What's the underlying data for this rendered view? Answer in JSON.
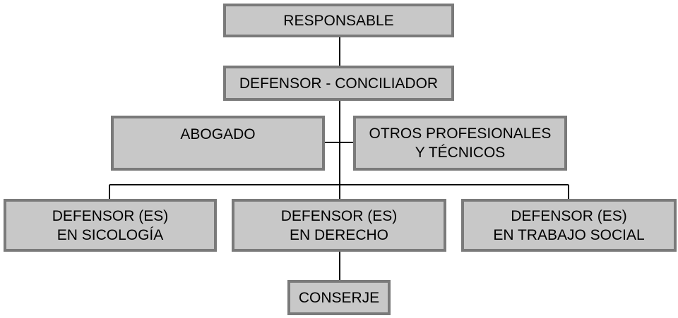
{
  "org_chart": {
    "responsable": {
      "line1": "RESPONSABLE"
    },
    "defensor_conciliador": {
      "line1": "DEFENSOR - CONCILIADOR"
    },
    "abogado": {
      "line1": "ABOGADO"
    },
    "otros": {
      "line1": "OTROS PROFESIONALES",
      "line2": "Y TÉCNICOS"
    },
    "sicologia": {
      "line1": "DEFENSOR (ES)",
      "line2": "EN SICOLOGÍA"
    },
    "derecho": {
      "line1": "DEFENSOR (ES)",
      "line2": "EN DERECHO"
    },
    "trabajo_social": {
      "line1": "DEFENSOR (ES)",
      "line2": "EN TRABAJO SOCIAL"
    },
    "conserje": {
      "line1": "CONSERJE"
    }
  }
}
